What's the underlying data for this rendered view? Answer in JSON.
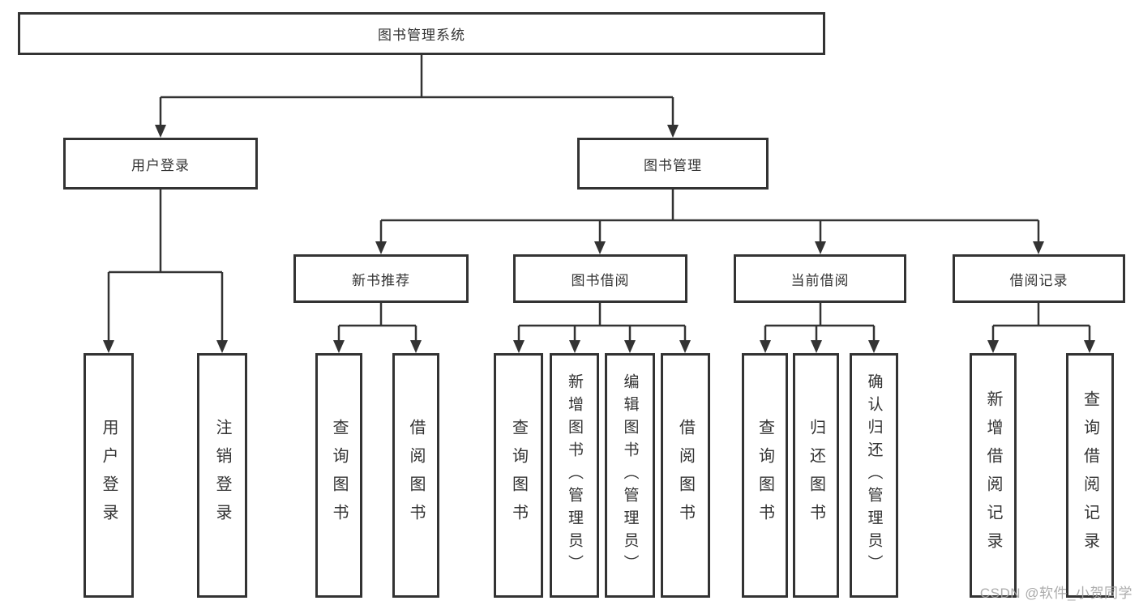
{
  "tree": {
    "root": {
      "label": "图书管理系统"
    },
    "branches": [
      {
        "label": "用户登录",
        "leaves": [
          {
            "label": "用户登录"
          },
          {
            "label": "注销登录"
          }
        ]
      },
      {
        "label": "图书管理",
        "children": [
          {
            "label": "新书推荐",
            "leaves": [
              {
                "label": "查询图书"
              },
              {
                "label": "借阅图书"
              }
            ]
          },
          {
            "label": "图书借阅",
            "leaves": [
              {
                "label": "查询图书"
              },
              {
                "label": "新增图书（管理员）"
              },
              {
                "label": "编辑图书（管理员）"
              },
              {
                "label": "借阅图书"
              }
            ]
          },
          {
            "label": "当前借阅",
            "leaves": [
              {
                "label": "查询图书"
              },
              {
                "label": "归还图书"
              },
              {
                "label": "确认归还（管理员）"
              }
            ]
          },
          {
            "label": "借阅记录",
            "leaves": [
              {
                "label": "新增借阅记录"
              },
              {
                "label": "查询借阅记录"
              }
            ]
          }
        ]
      }
    ]
  },
  "watermark": {
    "text": "CSDN @软件_小贺同学",
    "color": "#a3a3a3"
  },
  "colors": {
    "line": "#333333",
    "node_border": "#333333",
    "text": "#333333",
    "background": "#ffffff"
  }
}
